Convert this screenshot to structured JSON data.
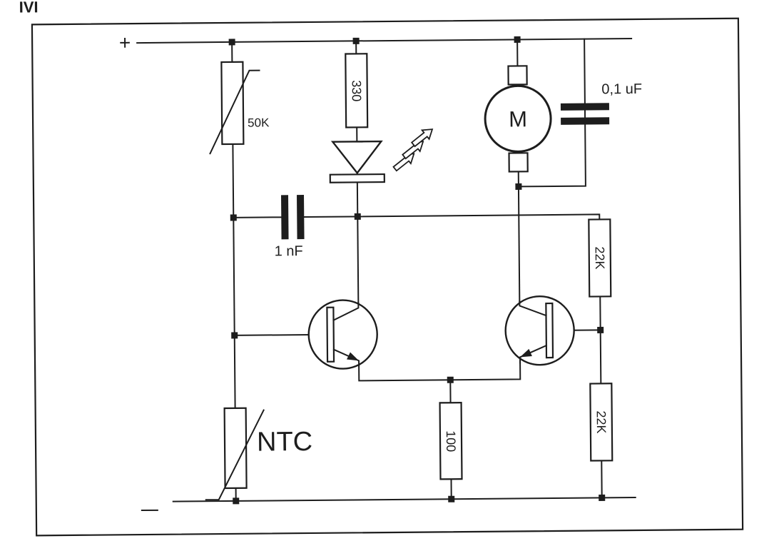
{
  "colors": {
    "paper": "#ffffff",
    "ink": "#1d1d1d"
  },
  "page": {
    "corner_mark": "IVI"
  },
  "rails": {
    "positive": "+"
  },
  "components": {
    "potentiometer": {
      "value": "50K"
    },
    "led_resistor": {
      "value": "330"
    },
    "coupling_capacitor": {
      "value": "1 nF"
    },
    "motor": {
      "value": "M"
    },
    "motor_capacitor": {
      "value": "0,1 uF"
    },
    "upper_right_resistor": {
      "value": "22K"
    },
    "lower_right_resistor": {
      "value": "22K"
    },
    "emitter_resistor": {
      "value": "100"
    },
    "thermistor": {
      "value": "NTC"
    }
  }
}
